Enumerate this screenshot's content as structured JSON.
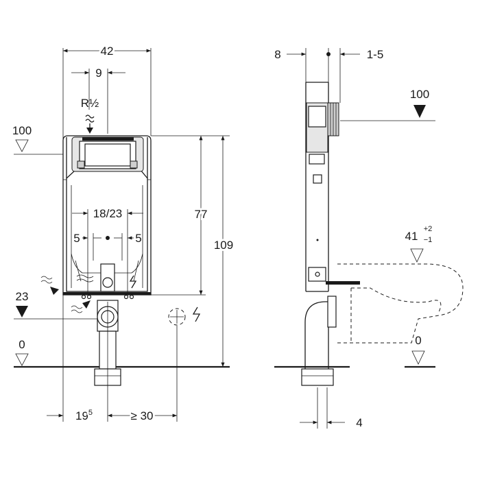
{
  "front_view": {
    "dim_width": "42",
    "dim_offset": "9",
    "connection": "R½",
    "level_top": "100",
    "dim_flush_spacing": "18/23",
    "dim_left_side": "5",
    "dim_right_side": "5",
    "dim_height_top": "77",
    "dim_total_height": "109",
    "level_waste": "23",
    "level_floor": "0",
    "dim_left_bottom": "19",
    "dim_left_bottom_sup": "5",
    "dim_right_bottom": "≥ 30"
  },
  "side_view": {
    "dim_depth": "8",
    "dim_adjust": "1-5",
    "level_top": "100",
    "level_bowl": "41",
    "level_bowl_tol_plus": "+2",
    "level_bowl_tol_minus": "−1",
    "level_floor": "0",
    "dim_bottom": "4"
  }
}
